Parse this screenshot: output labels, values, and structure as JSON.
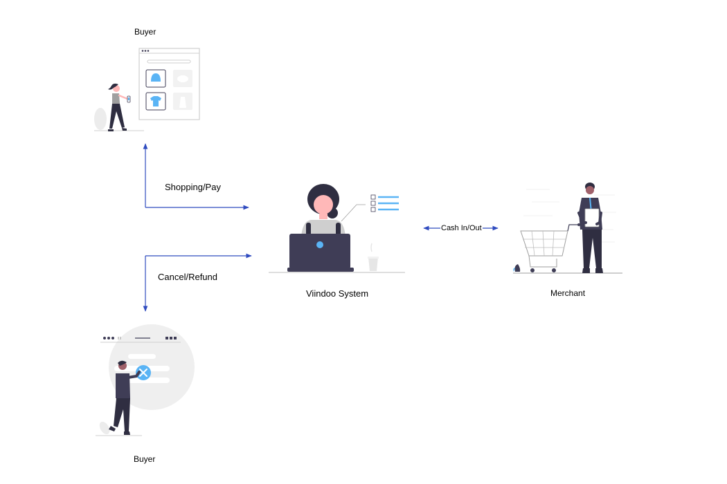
{
  "nodes": {
    "buyer_top": "Buyer",
    "system": "Viindoo System",
    "merchant": "Merchant",
    "buyer_bottom": "Buyer"
  },
  "edges": {
    "shopping": "Shopping/Pay",
    "cancel": "Cancel/Refund",
    "cash": "Cash In/Out"
  },
  "colors": {
    "arrow": "#2f4bbf",
    "accent": "#5ab4f5",
    "dark": "#3f3d56",
    "skin": "#ffb8b8",
    "light": "#f2f2f2"
  }
}
